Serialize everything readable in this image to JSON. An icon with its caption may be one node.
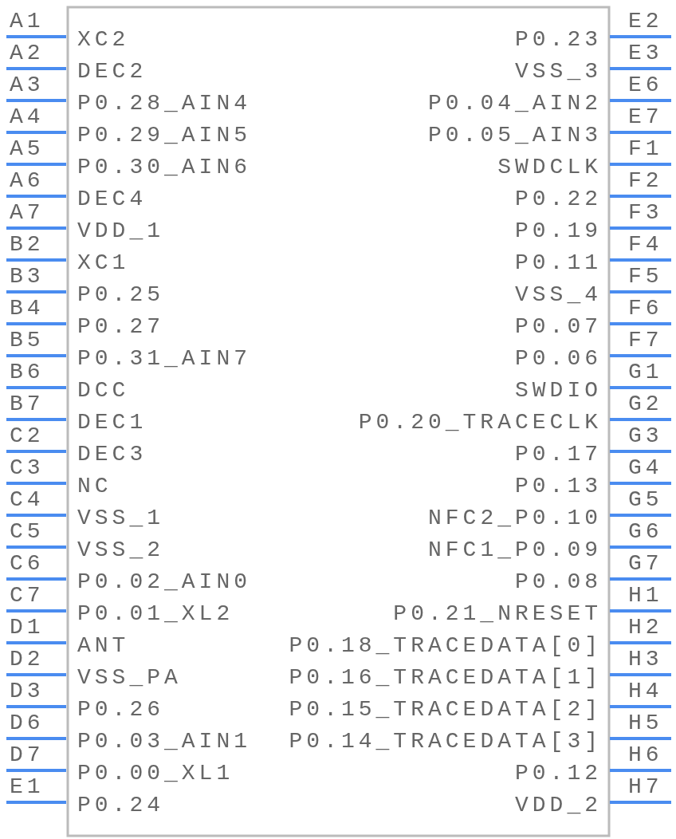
{
  "diagram": {
    "labels": [
      "A1",
      "XC2",
      "P0.23",
      "E2",
      "A2",
      "DEC2",
      "VSS_3",
      "E3",
      "A3",
      "P0.28_AIN4",
      "P0.04_AIN2",
      "E6",
      "A4",
      "P0.29_AIN5",
      "P0.05_AIN3",
      "E7",
      "A5",
      "P0.30_AIN6",
      "SWDCLK",
      "F1",
      "A6",
      "DEC4",
      "P0.22",
      "F2",
      "A7",
      "VDD_1",
      "P0.19",
      "F3",
      "B2",
      "XC1",
      "P0.11",
      "F4",
      "B3",
      "P0.25",
      "VSS_4",
      "F5",
      "B4",
      "P0.27",
      "P0.07",
      "F6",
      "B5",
      "P0.31_AIN7",
      "P0.06",
      "F7",
      "B6",
      "DCC",
      "SWDIO",
      "G1",
      "B7",
      "DEC1",
      "P0.20_TRACECLK",
      "G2",
      "C2",
      "DEC3",
      "P0.17",
      "G3",
      "C3",
      "NC",
      "P0.13",
      "G4",
      "C4",
      "VSS_1",
      "NFC2_P0.10",
      "G5",
      "C5",
      "VSS_2",
      "NFC1_P0.09",
      "G6",
      "C6",
      "P0.02_AIN0",
      "P0.08",
      "G7",
      "C7",
      "P0.01_XL2",
      "P0.21_NRESET",
      "H1",
      "D1",
      "ANT",
      "P0.18_TRACEDATA[0]",
      "H2",
      "D2",
      "VSS_PA",
      "P0.16_TRACEDATA[1]",
      "H3",
      "D3",
      "P0.26",
      "P0.15_TRACEDATA[2]",
      "H4",
      "D6",
      "P0.03_AIN1",
      "P0.14_TRACEDATA[3]",
      "H5",
      "D7",
      "P0.00_XL1",
      "P0.12",
      "H6",
      "E1",
      "P0.24",
      "VDD_2",
      "H7"
    ]
  }
}
